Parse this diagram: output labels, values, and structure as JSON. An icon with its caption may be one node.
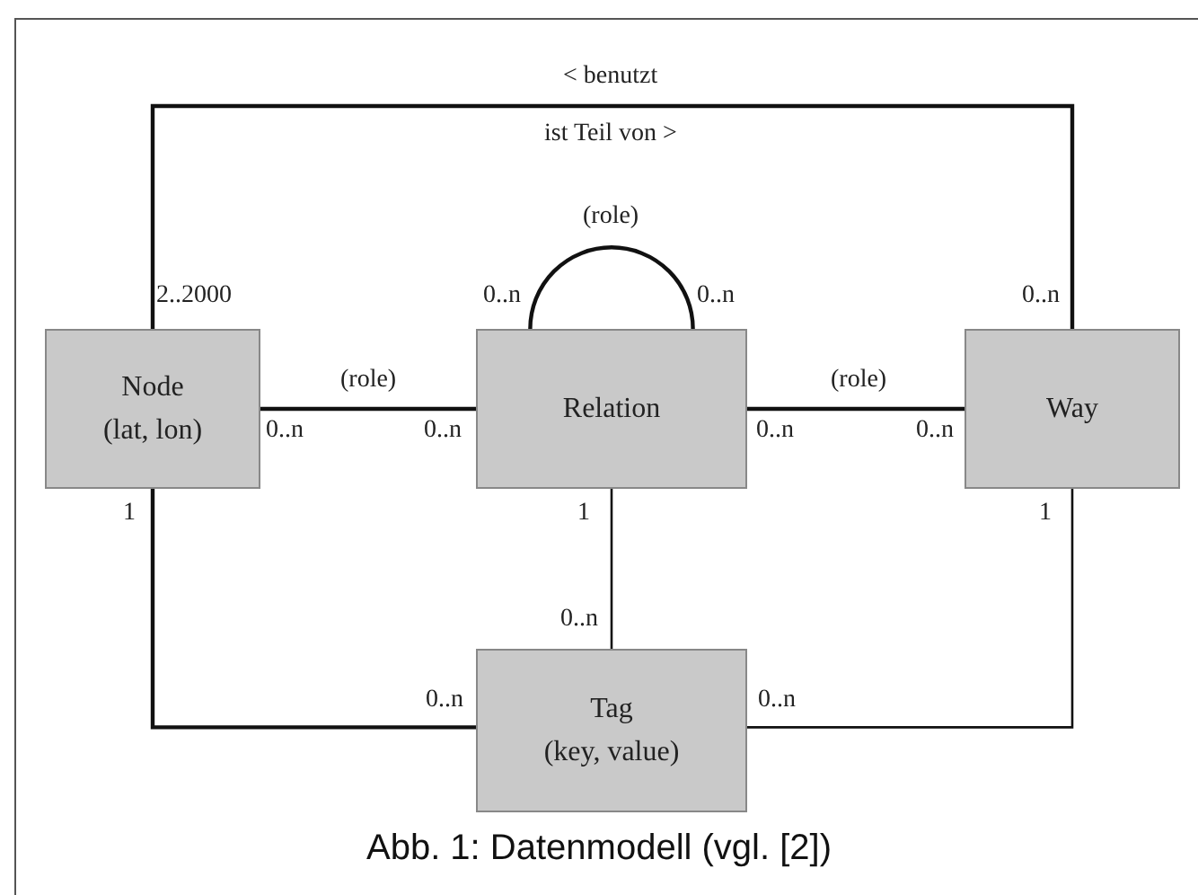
{
  "diagram": {
    "caption": "Abb. 1: Datenmodell (vgl. [2])",
    "nodes": [
      {
        "text": [
          "Node",
          "(lat, lon)"
        ]
      },
      {
        "text": [
          "Relation"
        ]
      },
      {
        "text": [
          "Way"
        ]
      },
      {
        "text": [
          "Tag",
          "(key, value)"
        ]
      }
    ],
    "edges": [
      {
        "from": 0,
        "to": 2,
        "arrow": "none",
        "label": "< benutzt"
      },
      {
        "from": 0,
        "to": 1,
        "arrow": "none",
        "label": "(role)"
      },
      {
        "from": 1,
        "to": 1,
        "arrow": "none",
        "label": "(role)"
      },
      {
        "from": 1,
        "to": 2,
        "arrow": "none",
        "label": "(role)"
      },
      {
        "from": 1,
        "to": 3,
        "arrow": "none"
      },
      {
        "from": 0,
        "to": 3,
        "arrow": "none"
      },
      {
        "from": 2,
        "to": 3,
        "arrow": "none"
      }
    ],
    "labels": [
      "ist Teil von >",
      "2..2000",
      "0..n",
      "0..n",
      "0..n",
      "0..n",
      "0..n",
      "0..n",
      "0..n",
      "1",
      "1",
      "1",
      "0..n",
      "0..n",
      "0..n"
    ]
  }
}
